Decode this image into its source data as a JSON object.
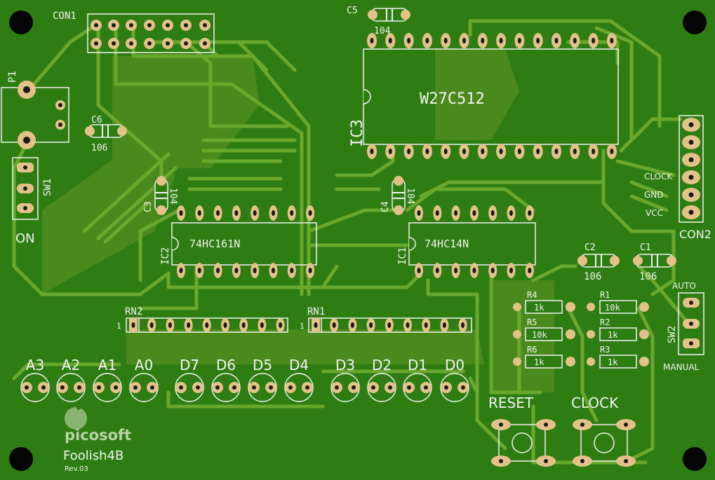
{
  "board": {
    "colors": {
      "substrate": "#2e7d12",
      "copper_fill": "#4f8f1f",
      "trace": "#6aa82d",
      "pad": "#e3c28a",
      "hole": "#1a1a1a",
      "silkscreen": "#f2f2f2",
      "mounting_hole": "#050505"
    },
    "connectors": {
      "con1": "CON1",
      "con2": "CON2",
      "p1": "P1"
    },
    "switches": {
      "sw1": "SW1",
      "sw1_state": "ON",
      "sw2": "SW2",
      "sw2_auto": "AUTO",
      "sw2_manual": "MANUAL"
    },
    "ics": {
      "ic1": "IC1",
      "ic1_part": "74HC14N",
      "ic2": "IC2",
      "ic2_part": "74HC161N",
      "ic3": "IC3",
      "ic3_part": "W27C512"
    },
    "capacitors": {
      "c1": "C1",
      "c1_value": "106",
      "c2": "C2",
      "c2_value": "106",
      "c3": "C3",
      "c3_value": "104",
      "c4": "C4",
      "c4_value": "104",
      "c5": "C5",
      "c5_value": "104",
      "c6": "C6",
      "c6_value": "106"
    },
    "resistors": {
      "r1": "R1",
      "r1_value": "10k",
      "r2": "R2",
      "r2_value": "1k",
      "r3": "R3",
      "r3_value": "1k",
      "r4": "R4",
      "r4_value": "1k",
      "r5": "R5",
      "r5_value": "10k",
      "r6": "R6",
      "r6_value": "1k",
      "rn1": "RN1",
      "rn2": "RN2",
      "pin1_marker": "1"
    },
    "con2_pins": {
      "clock": "CLOCK",
      "gnd": "GND",
      "vcc": "VCC"
    },
    "leds": [
      "A3",
      "A2",
      "A1",
      "A0",
      "D7",
      "D6",
      "D5",
      "D4",
      "D3",
      "D2",
      "D1",
      "D0"
    ],
    "buttons": {
      "reset": "RESET",
      "clock": "CLOCK"
    },
    "branding": {
      "logo": "picosoft",
      "project": "Foolish4B",
      "revision": "Rev.03"
    }
  }
}
